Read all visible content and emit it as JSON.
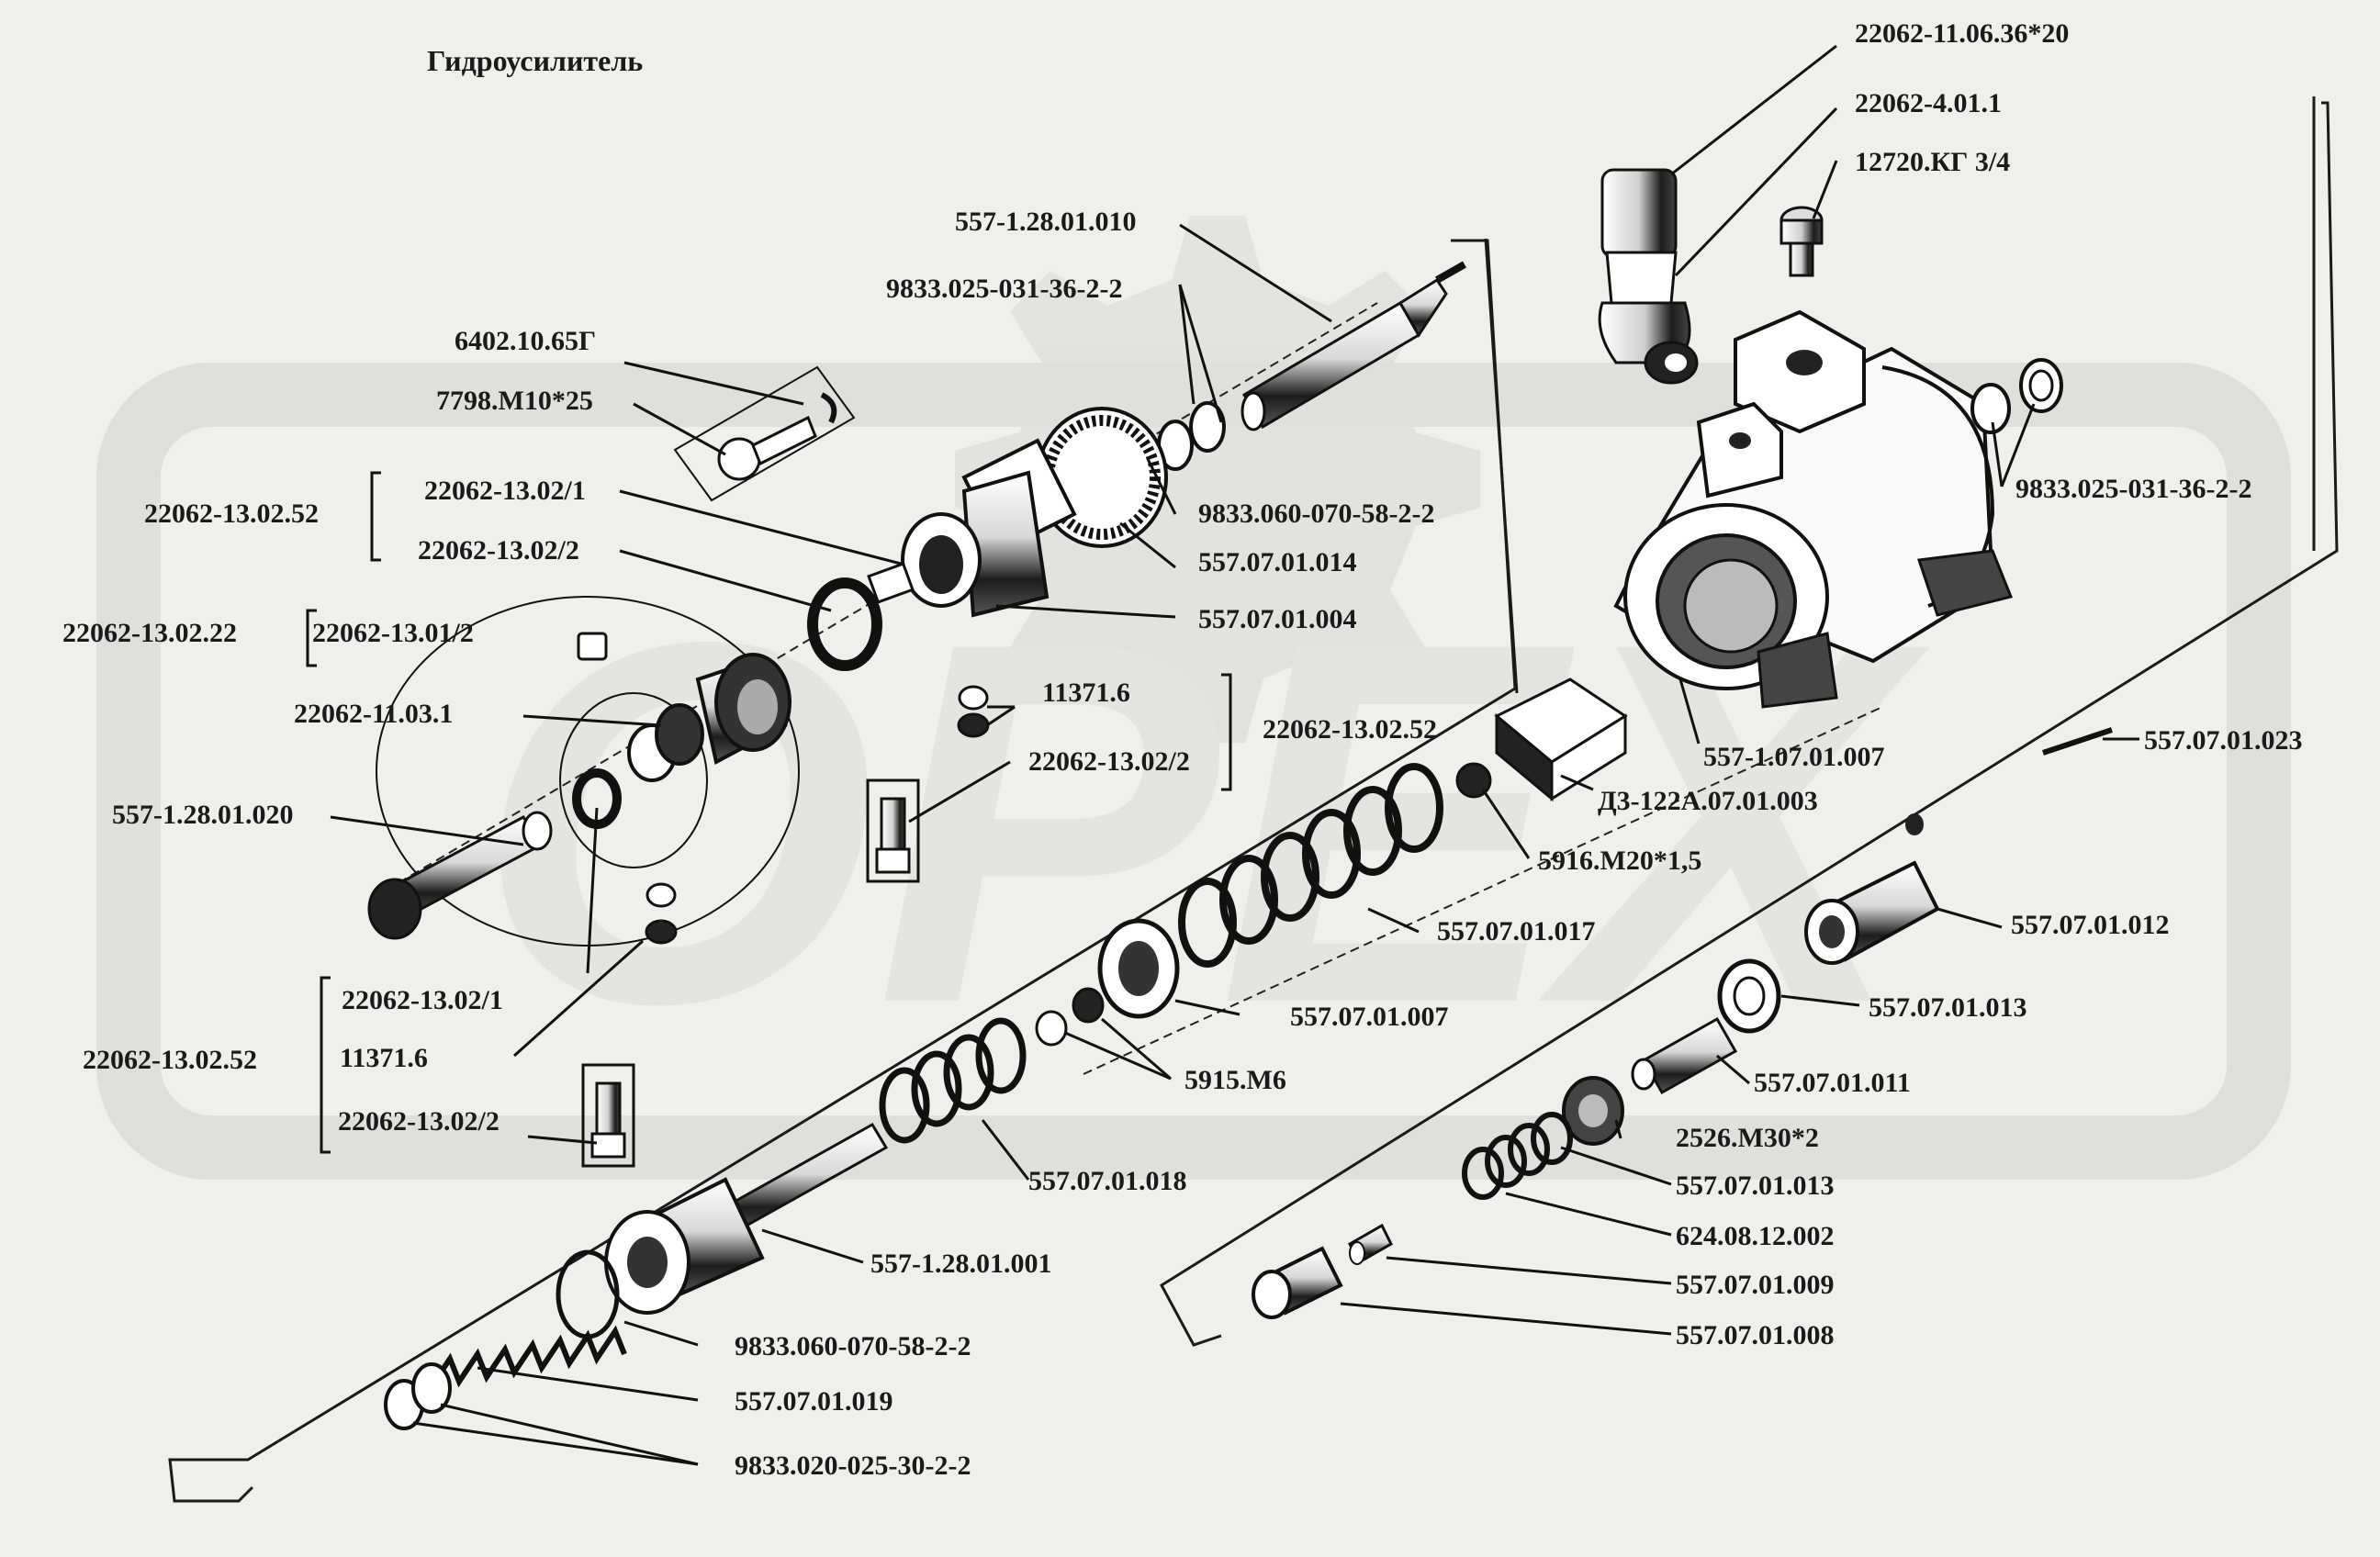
{
  "title": "Гидроусилитель",
  "watermark_text": "ОРЕХ",
  "labels": {
    "p1": "22062-11.06.36*20",
    "p2": "22062-4.01.1",
    "p3": "12720.КГ 3/4",
    "p4": "557-1.28.01.010",
    "p5": "9833.025-031-36-2-2",
    "p6": "6402.10.65Г",
    "p7": "7798.М10*25",
    "p8": "22062-13.02.52",
    "p9": "22062-13.02/1",
    "p10": "9833.060-070-58-2-2",
    "p11": "22062-13.02/2",
    "p12": "557.07.01.014",
    "p13": "9833.025-031-36-2-2",
    "p14": "557.07.01.004",
    "p15": "22062-13.02.22",
    "p16": "22062-13.01/2",
    "p17": "11371.6",
    "p18": "22062-11.03.1",
    "p19": "22062-13.02.52",
    "p20": "557-1.07.01.007",
    "p21": "22062-13.02/2",
    "p22": "557.07.01.023",
    "p23": "Д3-122А.07.01.003",
    "p24": "557-1.28.01.020",
    "p25": "5916.М20*1,5",
    "p26": "557.07.01.012",
    "p27": "557.07.01.017",
    "p28": "22062-13.02/1",
    "p29": "557.07.01.013",
    "p30": "557.07.01.007",
    "p31": "22062-13.02.52",
    "p32": "11371.6",
    "p33": "5915.М6",
    "p34": "557.07.01.011",
    "p35": "22062-13.02/2",
    "p36": "2526.М30*2",
    "p37": "557.07.01.018",
    "p38": "557.07.01.013",
    "p39": "624.08.12.002",
    "p40": "557-1.28.01.001",
    "p41": "557.07.01.009",
    "p42": "557.07.01.008",
    "p43": "9833.060-070-58-2-2",
    "p44": "557.07.01.019",
    "p45": "9833.020-025-30-2-2"
  }
}
